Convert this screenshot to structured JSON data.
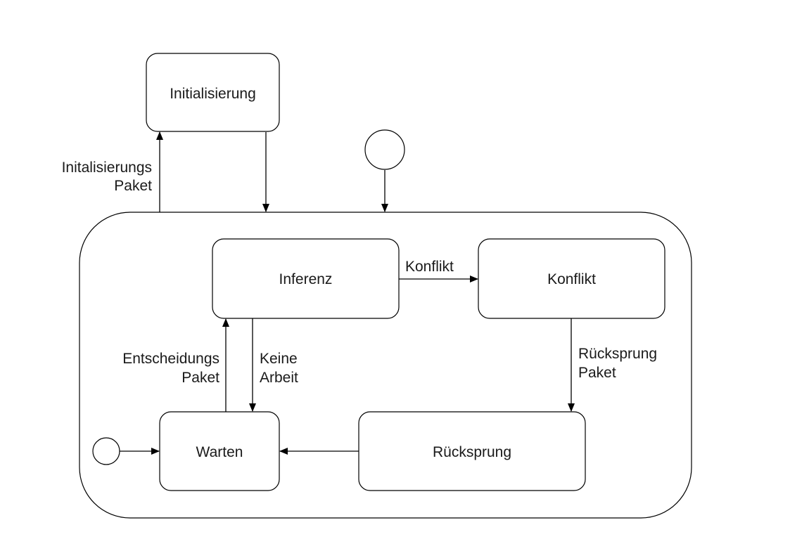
{
  "states": {
    "initialisierung": "Initialisierung",
    "inferenz": "Inferenz",
    "konflikt": "Konflikt",
    "warten": "Warten",
    "ruecksprung": "Rücksprung"
  },
  "transitions": {
    "initialisierungs_paket": [
      "Initalisierungs",
      "Paket"
    ],
    "konflikt": "Konflikt",
    "ruecksprung_paket": [
      "Rücksprung",
      "Paket"
    ],
    "keine_arbeit": [
      "Keine",
      "Arbeit"
    ],
    "entscheidungs_paket": [
      "Entscheidungs",
      "Paket"
    ]
  }
}
